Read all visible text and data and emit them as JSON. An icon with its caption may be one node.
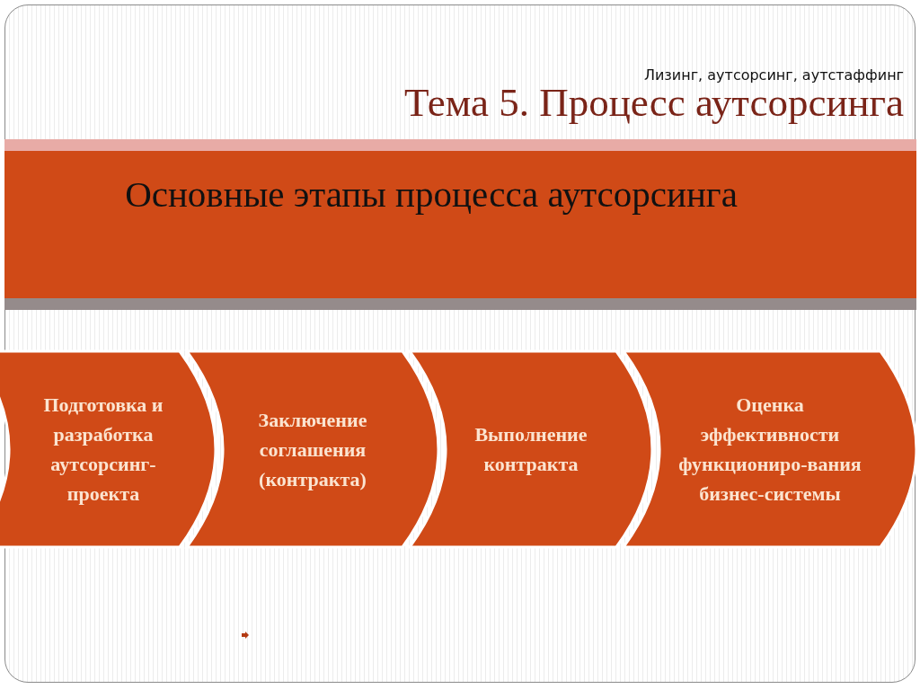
{
  "diagram": {
    "title": "Тема 5. Процесс аутсорсинга",
    "nodes": [
      {
        "text": [
          "Основные этапы процесса аутсорсинга"
        ]
      },
      {
        "text": [
          "Подготовка и разработка аутсорсинг-проекта"
        ]
      },
      {
        "text": [
          "Заключение соглашения (контракта)"
        ]
      },
      {
        "text": [
          "Выполнение контракта"
        ]
      },
      {
        "text": [
          "Оценка эффективности функциониро-вания бизнес-системы"
        ]
      }
    ],
    "edges": [],
    "labels": [
      "Лизинг, аутсорсинг, аутстаффинг"
    ]
  }
}
